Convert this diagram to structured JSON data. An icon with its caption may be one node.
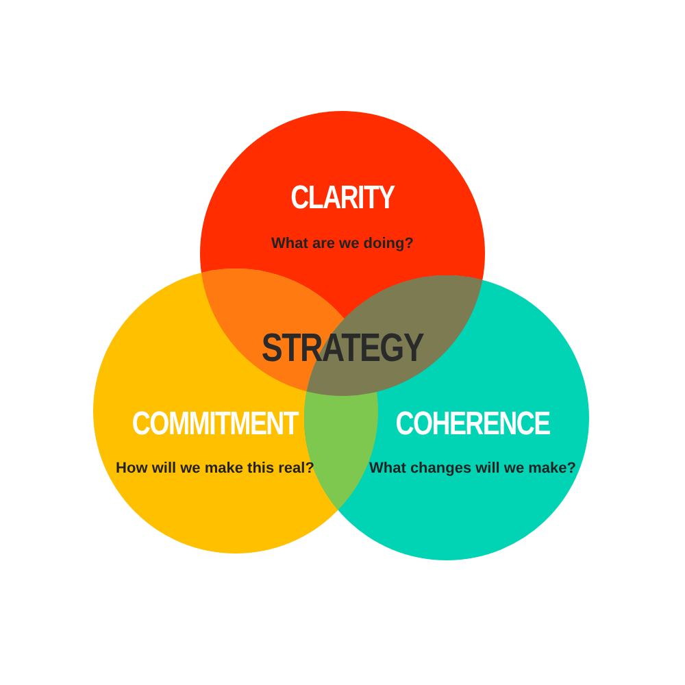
{
  "diagram": {
    "nodes": [
      {
        "text": [
          "CLARITY",
          "What are we doing?"
        ]
      },
      {
        "text": [
          "COMMITMENT",
          "How will we make this real?"
        ]
      },
      {
        "text": [
          "COHERENCE",
          "What changes will we make?"
        ]
      }
    ],
    "labels": [
      "STRATEGY"
    ]
  }
}
